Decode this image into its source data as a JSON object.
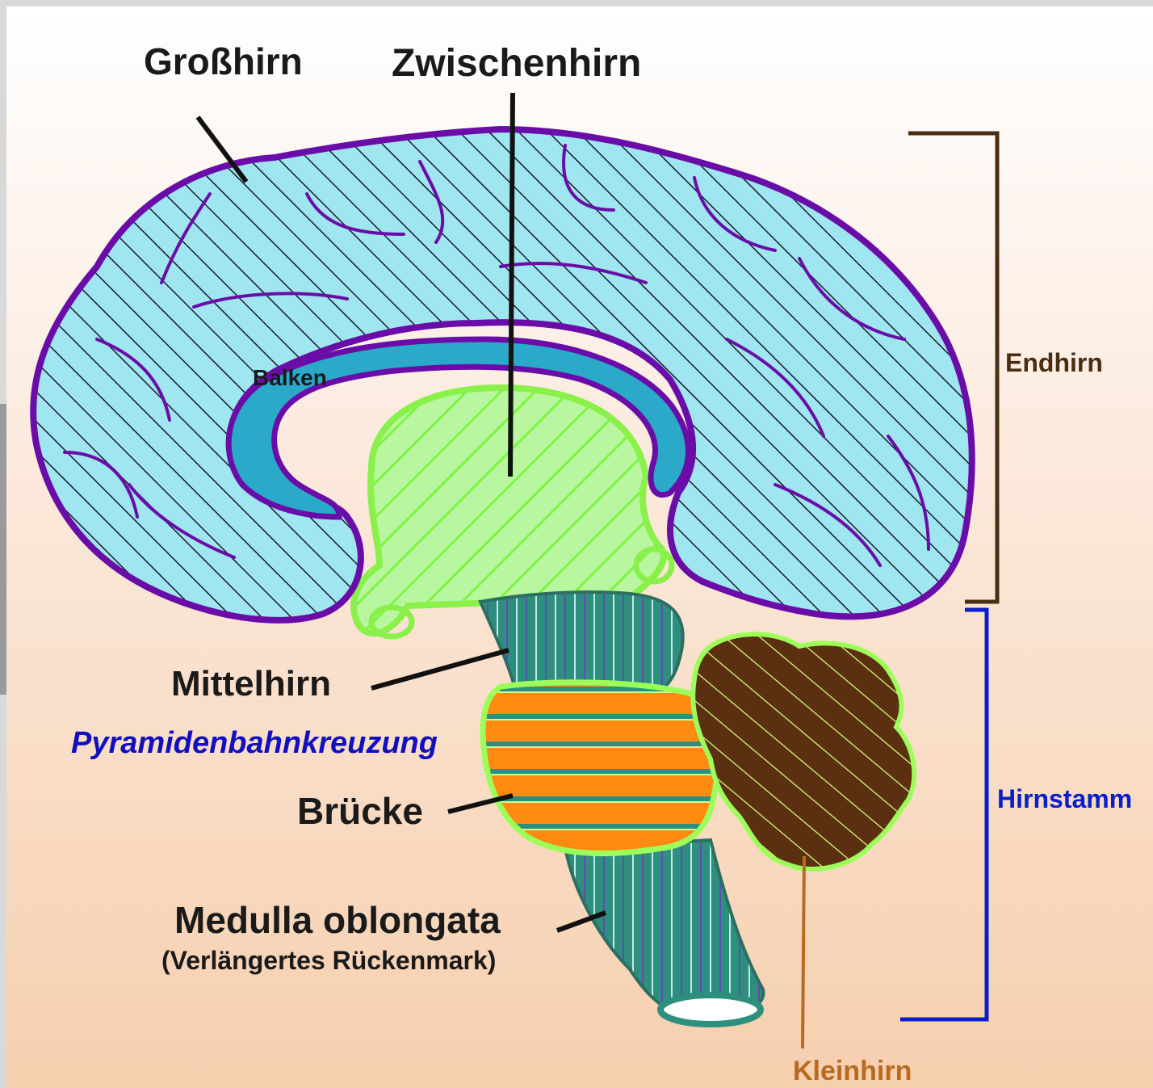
{
  "labels": {
    "grosshirn": "Großhirn",
    "zwischenhirn": "Zwischenhirn",
    "balken": "Balken",
    "endhirn": "Endhirn",
    "mittelhirn": "Mittelhirn",
    "pyramidenbahnkreuzung": "Pyramidenbahnkreuzung",
    "bruecke": "Brücke",
    "medulla": "Medulla oblongata",
    "medulla_sub": "(Verlängertes Rückenmark)",
    "hirnstamm": "Hirnstamm",
    "kleinhirn": "Kleinhirn"
  },
  "colors": {
    "cerebrum_fill": "#9fe6f0",
    "cerebrum_outline": "#6a0da8",
    "corpus_callosum": "#2aa9c8",
    "diencephalon": "#7ef542",
    "brainstem": "#2e8f7e",
    "pons": "#ff8c10",
    "cerebellum": "#5a3010",
    "endhirn_bracket": "#4a2e14",
    "hirnstamm_bracket": "#0a1ec8",
    "kleinhirn_text": "#b86a20",
    "pyramiden_text": "#1010c0"
  }
}
